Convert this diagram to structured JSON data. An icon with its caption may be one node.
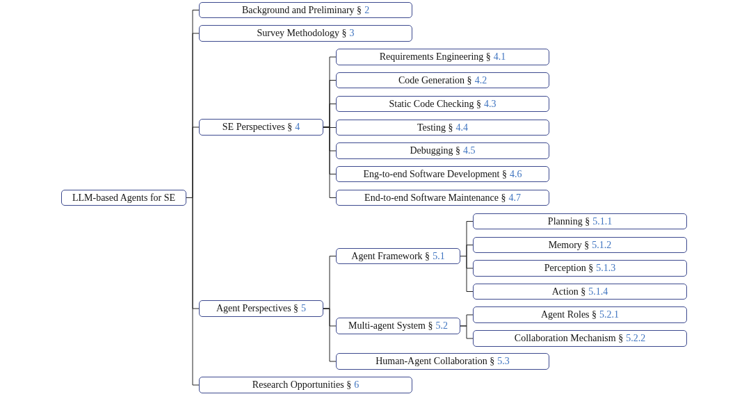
{
  "diagram": {
    "nodes": [
      {
        "text": [
          "LLM-based Agents for SE"
        ]
      },
      {
        "text": [
          "Background and Preliminary §",
          "2"
        ]
      },
      {
        "text": [
          "Survey Methodology §",
          "3"
        ]
      },
      {
        "text": [
          "SE Perspectives §",
          "4"
        ]
      },
      {
        "text": [
          "Requirements Engineering §",
          "4.1"
        ]
      },
      {
        "text": [
          "Code Generation §",
          "4.2"
        ]
      },
      {
        "text": [
          "Static Code Checking §",
          "4.3"
        ]
      },
      {
        "text": [
          "Testing §",
          "4.4"
        ]
      },
      {
        "text": [
          "Debugging §",
          "4.5"
        ]
      },
      {
        "text": [
          "Eng-to-end Software Development §",
          "4.6"
        ]
      },
      {
        "text": [
          "End-to-end Software Maintenance §",
          "4.7"
        ]
      },
      {
        "text": [
          "Agent Perspectives §",
          "5"
        ]
      },
      {
        "text": [
          "Agent Framework §",
          "5.1"
        ]
      },
      {
        "text": [
          "Planning §",
          "5.1.1"
        ]
      },
      {
        "text": [
          "Memory §",
          "5.1.2"
        ]
      },
      {
        "text": [
          "Perception §",
          "5.1.3"
        ]
      },
      {
        "text": [
          "Action §",
          "5.1.4"
        ]
      },
      {
        "text": [
          "Multi-agent System §",
          "5.2"
        ]
      },
      {
        "text": [
          "Agent Roles §",
          "5.2.1"
        ]
      },
      {
        "text": [
          "Collaboration Mechanism §",
          "5.2.2"
        ]
      },
      {
        "text": [
          "Human-Agent Collaboration §",
          "5.3"
        ]
      },
      {
        "text": [
          "Research Opportunities §",
          "6"
        ]
      }
    ],
    "edges": [
      {
        "from": 0,
        "to": 1,
        "arrow": "none"
      },
      {
        "from": 0,
        "to": 2,
        "arrow": "none"
      },
      {
        "from": 0,
        "to": 3,
        "arrow": "none"
      },
      {
        "from": 3,
        "to": 4,
        "arrow": "none"
      },
      {
        "from": 3,
        "to": 5,
        "arrow": "none"
      },
      {
        "from": 3,
        "to": 6,
        "arrow": "none"
      },
      {
        "from": 3,
        "to": 7,
        "arrow": "none"
      },
      {
        "from": 3,
        "to": 8,
        "arrow": "none"
      },
      {
        "from": 3,
        "to": 9,
        "arrow": "none"
      },
      {
        "from": 3,
        "to": 10,
        "arrow": "none"
      },
      {
        "from": 0,
        "to": 11,
        "arrow": "none"
      },
      {
        "from": 11,
        "to": 12,
        "arrow": "none"
      },
      {
        "from": 12,
        "to": 13,
        "arrow": "none"
      },
      {
        "from": 12,
        "to": 14,
        "arrow": "none"
      },
      {
        "from": 12,
        "to": 15,
        "arrow": "none"
      },
      {
        "from": 12,
        "to": 16,
        "arrow": "none"
      },
      {
        "from": 11,
        "to": 17,
        "arrow": "none"
      },
      {
        "from": 17,
        "to": 18,
        "arrow": "none"
      },
      {
        "from": 17,
        "to": 19,
        "arrow": "none"
      },
      {
        "from": 11,
        "to": 20,
        "arrow": "none"
      },
      {
        "from": 0,
        "to": 21,
        "arrow": "none"
      }
    ]
  }
}
